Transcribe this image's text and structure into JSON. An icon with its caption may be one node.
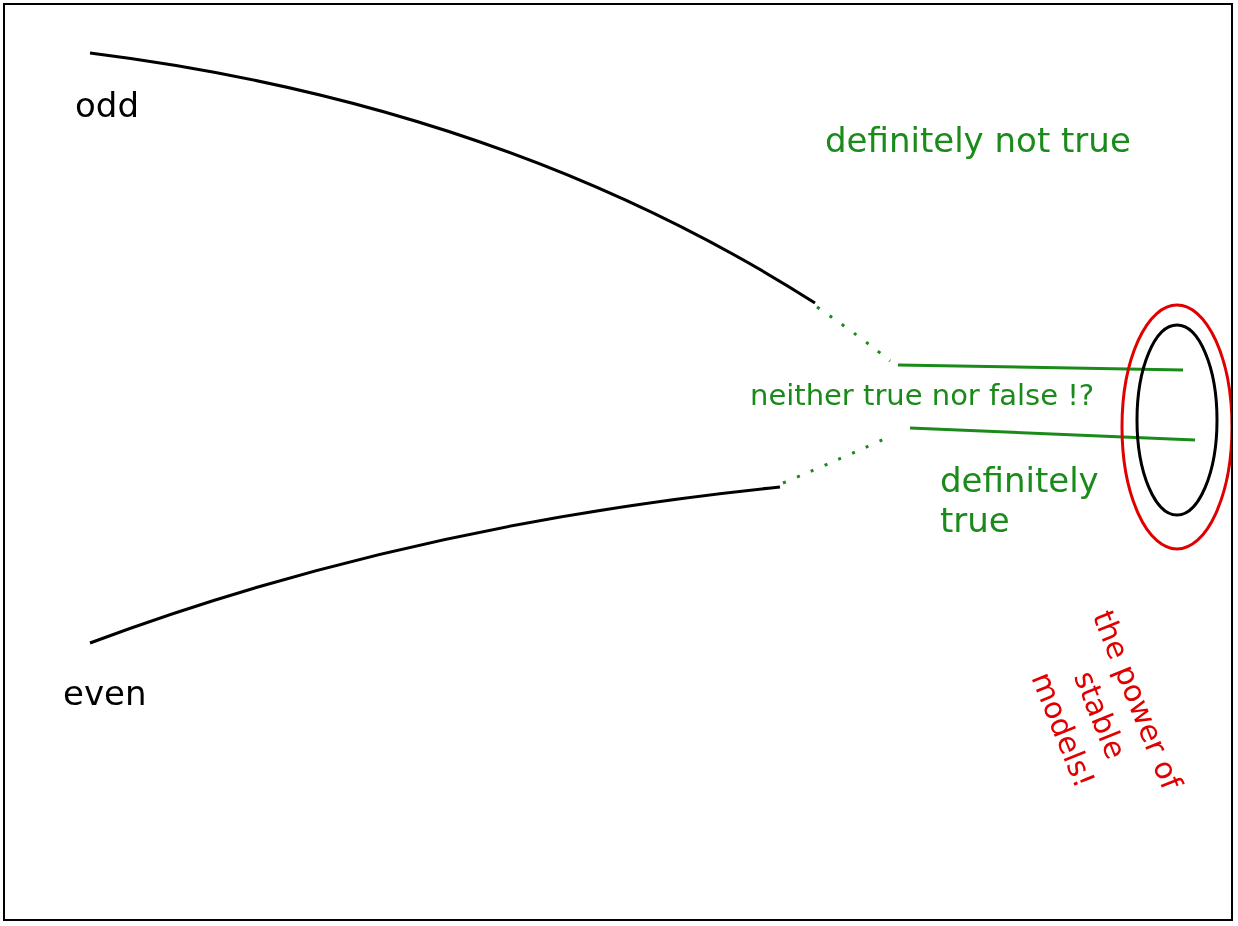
{
  "diagram": {
    "labels": [
      "odd",
      "definitely not true",
      "neither true nor false !?",
      "definitely true",
      "the power of stable models!",
      "even"
    ]
  }
}
